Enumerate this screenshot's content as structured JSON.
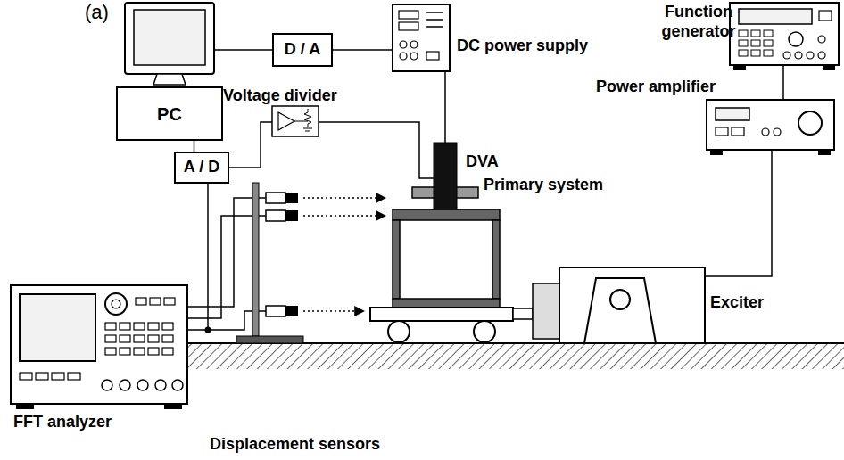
{
  "diagram": {
    "nodes": [
      {
        "text": [
          "PC"
        ]
      },
      {
        "text": [
          "D / A"
        ]
      },
      {
        "text": [
          "A / D"
        ]
      }
    ],
    "edges": [
      {
        "from": 0,
        "to": 1,
        "arrow": "none"
      },
      {
        "from": 0,
        "to": 2,
        "arrow": "none"
      }
    ],
    "labels": [
      "(a)",
      "Function generator",
      "DC power supply",
      "Power amplifier",
      "Voltage divider",
      "DVA",
      "Primary system",
      "Exciter",
      "FFT analyzer",
      "Displacement sensors"
    ]
  }
}
